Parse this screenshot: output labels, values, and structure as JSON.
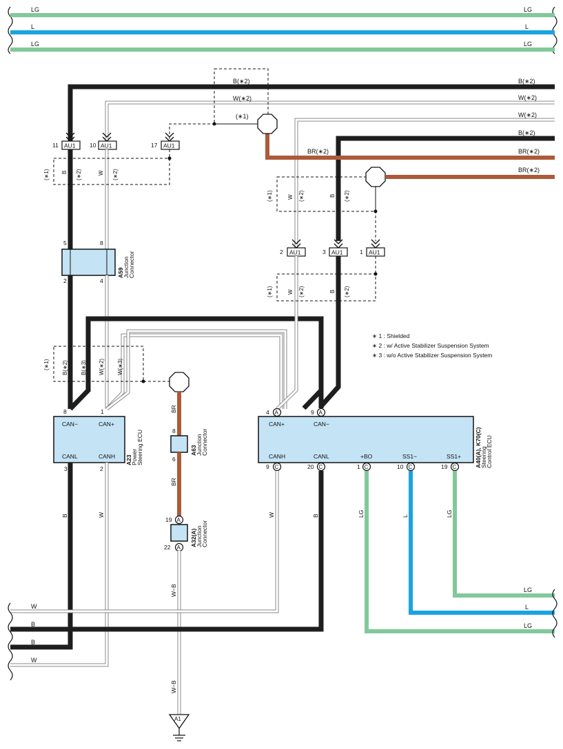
{
  "top_bus": [
    {
      "color": "LG",
      "hex": "#82c89a"
    },
    {
      "color": "L",
      "hex": "#1aa3e0"
    },
    {
      "color": "LG",
      "hex": "#82c89a"
    }
  ],
  "right_labels": [
    "B(∗2)",
    "W(∗2)",
    "W(∗2)",
    "B(∗2)",
    "BR(∗2)",
    "BR(∗2)"
  ],
  "shield_label": "(∗1)",
  "junction_left": {
    "id": "AU1",
    "pins": [
      "11",
      "10",
      "17"
    ]
  },
  "junction_right": {
    "id": "AU1",
    "pins": [
      "2",
      "3",
      "1"
    ]
  },
  "shield_box1": {
    "s": "(∗1)",
    "w1": "B",
    "n1": "(∗2)",
    "w2": "W",
    "n2": "(∗2)"
  },
  "shield_box2": {
    "s": "(∗1)",
    "w1": "W",
    "n1": "(∗2)",
    "w2": "B",
    "n2": "(∗2)"
  },
  "shield_box3": {
    "s": "(∗1)",
    "w1": "W",
    "n1": "(∗2)",
    "w2": "B",
    "n2": "(∗2)"
  },
  "shield_box4": {
    "s": "(∗1)",
    "w1": "B(∗2)",
    "w2": "B(∗3)",
    "w3": "W(∗2)",
    "w4": "W(∗3)"
  },
  "a59": {
    "id": "A59",
    "name": "Junction\nConnector",
    "line1": "Junction",
    "line2": "Connector",
    "pins": [
      "5",
      "8",
      "2",
      "4"
    ]
  },
  "a23": {
    "id": "A23",
    "line1": "Power",
    "line2": "Steering ECU",
    "pins": [
      "8",
      "1",
      "3",
      "2"
    ],
    "terms": [
      "CAN−",
      "CAN+",
      "CANL",
      "CANH"
    ]
  },
  "a63": {
    "id": "A63",
    "line1": "Junction",
    "line2": "Connector",
    "pins": [
      "8",
      "6"
    ]
  },
  "a32": {
    "id": "A32(A)",
    "line1": "Junction",
    "line2": "Connector",
    "pins": [
      "19",
      "22"
    ],
    "letter": "A"
  },
  "steering": {
    "id": "A40(A), K70(C)",
    "line1": "Steering",
    "line2": "Control ECU",
    "top_pins": [
      {
        "num": "4",
        "letter": "A",
        "term": "CAN+"
      },
      {
        "num": "9",
        "letter": "A",
        "term": "CAN−"
      }
    ],
    "bottom_pins": [
      {
        "num": "9",
        "letter": "C",
        "term": "CANH"
      },
      {
        "num": "20",
        "letter": "C",
        "term": "CANL"
      },
      {
        "num": "1",
        "letter": "C",
        "term": "+BO"
      },
      {
        "num": "10",
        "letter": "C",
        "term": "SS1−"
      },
      {
        "num": "19",
        "letter": "C",
        "term": "SS1+"
      }
    ]
  },
  "notes": [
    "∗ 1 : Shielded",
    "∗ 2 : w/ Active Stabilizer Suspension System",
    "∗ 3 : w/o Active Stabilizer Suspension System"
  ],
  "wire_labels": {
    "a23_b": "B",
    "a23_w": "W",
    "br1": "BR",
    "br2": "BR",
    "wb1": "W−B",
    "wb2": "W−B",
    "ecu_w": "W",
    "ecu_b": "B",
    "ecu_lg": "LG",
    "ecu_l": "L",
    "ecu_lg2": "LG"
  },
  "bottom_left": [
    "W",
    "B",
    "B",
    "W"
  ],
  "bottom_right": [
    "LG",
    "L",
    "LG"
  ],
  "ground": {
    "id": "A1"
  }
}
